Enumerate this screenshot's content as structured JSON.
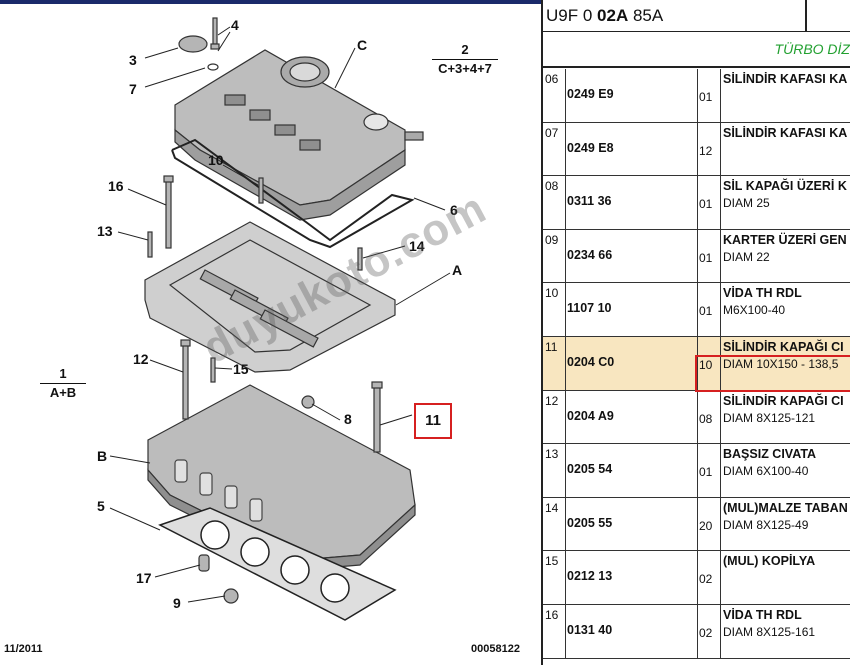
{
  "diagram": {
    "callouts": [
      {
        "n": "4"
      },
      {
        "n": "3"
      },
      {
        "n": "7"
      },
      {
        "n": "C"
      },
      {
        "n": "10"
      },
      {
        "n": "16"
      },
      {
        "n": "6"
      },
      {
        "n": "13"
      },
      {
        "n": "14"
      },
      {
        "n": "A"
      },
      {
        "n": "12"
      },
      {
        "n": "15"
      },
      {
        "n": "8"
      },
      {
        "n": "B"
      },
      {
        "n": "5"
      },
      {
        "n": "17"
      },
      {
        "n": "9"
      }
    ],
    "highlighted_callout": "11",
    "fraction_top": {
      "num": "2",
      "den": "C+3+4+7"
    },
    "fraction_left": {
      "num": "1",
      "den": "A+B"
    },
    "footer_date": "11/2011",
    "footer_code": "00058122",
    "watermark": "duyukoto.com"
  },
  "parts": {
    "model_code_prefix": "U9F 0 ",
    "model_code_bold": "02A",
    "model_code_suffix": " 85A",
    "section_title": "TÜRBO DİZ",
    "rows": [
      {
        "line": "06",
        "ref": "0249 E9",
        "qty": "01",
        "desc": "SİLİNDİR KAFASI KA",
        "dim": ""
      },
      {
        "line": "07",
        "ref": "0249 E8",
        "qty": "12",
        "desc": "SİLİNDİR KAFASI KA",
        "dim": ""
      },
      {
        "line": "08",
        "ref": "0311 36",
        "qty": "01",
        "desc": "SİL KAPAĞI ÜZERİ K",
        "dim": "DIAM 25"
      },
      {
        "line": "09",
        "ref": "0234 66",
        "qty": "01",
        "desc": "KARTER ÜZERİ GEN",
        "dim": "DIAM 22"
      },
      {
        "line": "10",
        "ref": "1107 10",
        "qty": "01",
        "desc": "VİDA TH RDL",
        "dim": "M6X100-40"
      },
      {
        "line": "11",
        "ref": "0204 C0",
        "qty": "10",
        "desc": "SİLİNDİR KAPAĞI CI",
        "dim": "DIAM 10X150 - 138,5"
      },
      {
        "line": "12",
        "ref": "0204 A9",
        "qty": "08",
        "desc": "SİLİNDİR KAPAĞI CI",
        "dim": "DIAM 8X125-121"
      },
      {
        "line": "13",
        "ref": "0205 54",
        "qty": "01",
        "desc": "BAŞSIZ CIVATA",
        "dim": "DIAM 6X100-40"
      },
      {
        "line": "14",
        "ref": "0205 55",
        "qty": "20",
        "desc": "(MUL)MALZE TABAN",
        "dim": "DIAM 8X125-49"
      },
      {
        "line": "15",
        "ref": "0212 13",
        "qty": "02",
        "desc": "(MUL) KOPİLYA",
        "dim": ""
      },
      {
        "line": "16",
        "ref": "0131 40",
        "qty": "02",
        "desc": "VİDA TH RDL",
        "dim": "DIAM 8X125-161"
      }
    ],
    "highlight_color": "#f8e6c0",
    "accent_red": "#d62020",
    "section_color": "#22a030"
  }
}
